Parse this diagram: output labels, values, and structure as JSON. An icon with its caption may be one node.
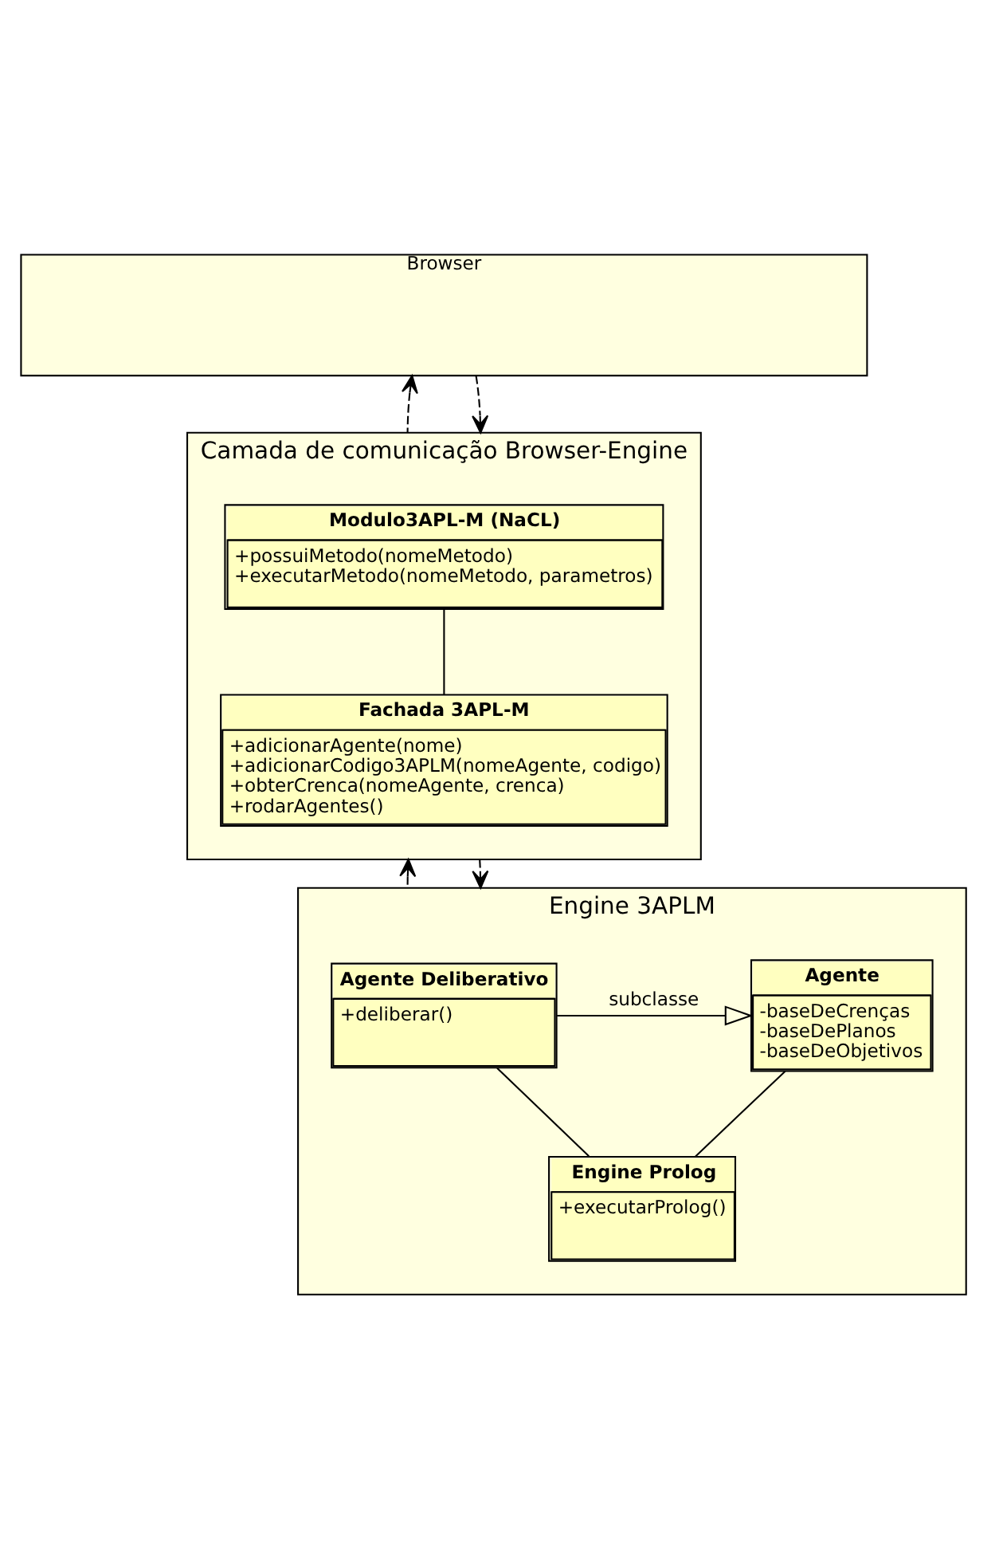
{
  "diagram": {
    "nodes": [
      {
        "text": [
          "Browser"
        ]
      },
      {
        "text": [
          "Camada de comunicação Browser-Engine"
        ]
      },
      {
        "text": [
          "Modulo3APL-M (NaCL)",
          "+possuiMetodo(nomeMetodo)",
          "+executarMetodo(nomeMetodo, parametros)"
        ],
        "in": 1
      },
      {
        "text": [
          "Fachada 3APL-M",
          "+adicionarAgente(nome)",
          "+adicionarCodigo3APLM(nomeAgente, codigo)",
          "+obterCrenca(nomeAgente, crenca)",
          "+rodarAgentes()"
        ],
        "in": 1
      },
      {
        "text": [
          "Engine 3APLM"
        ]
      },
      {
        "text": [
          "Agente Deliberativo",
          "+deliberar()"
        ],
        "in": 4
      },
      {
        "text": [
          "Agente",
          "-baseDeCrenças",
          "-baseDePlanos",
          "-baseDeObjetivos"
        ],
        "in": 4
      },
      {
        "text": [
          "Engine Prolog",
          "+executarProlog()"
        ],
        "in": 4
      }
    ],
    "edges": [
      {
        "from": 1,
        "to": 0,
        "arrow": "to",
        "style": "dashed"
      },
      {
        "from": 0,
        "to": 1,
        "arrow": "to",
        "style": "dashed"
      },
      {
        "from": 4,
        "to": 1,
        "arrow": "to",
        "style": "dashed"
      },
      {
        "from": 1,
        "to": 4,
        "arrow": "to",
        "style": "dashed"
      },
      {
        "from": 2,
        "to": 3,
        "arrow": "none"
      },
      {
        "from": 5,
        "to": 6,
        "arrow": "to",
        "label": "subclasse"
      },
      {
        "from": 5,
        "to": 7,
        "arrow": "none"
      },
      {
        "from": 6,
        "to": 7,
        "arrow": "none"
      }
    ]
  }
}
